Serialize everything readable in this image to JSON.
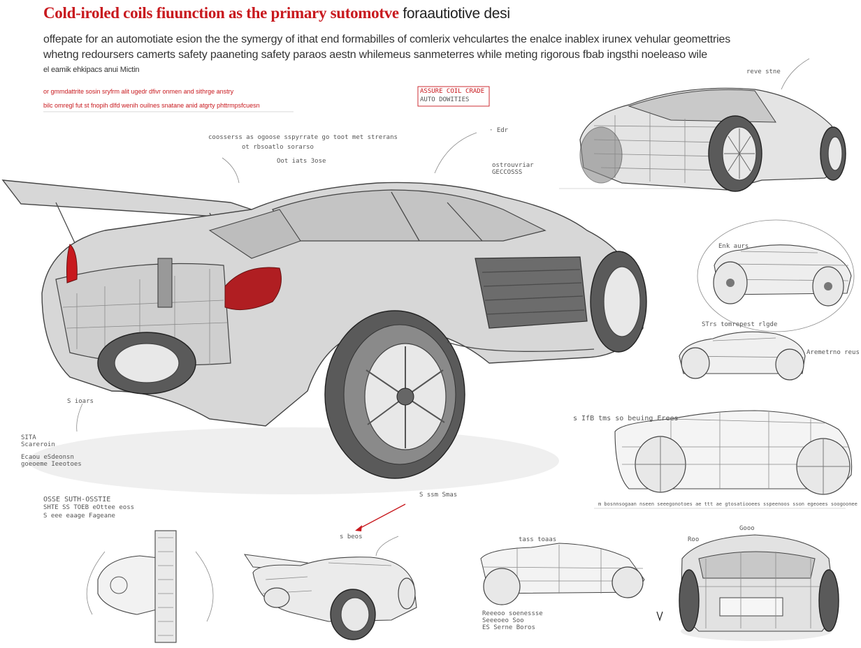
{
  "title": {
    "highlight": "Cold-iroled coils fiuunction as the primary sutomotve",
    "rest": " foraautiotive desi"
  },
  "intro_lines": [
    "offepate for an automotiate esion the the symergy of ithat end formabilles of comlerix vehculartes the enalce inablex irunex vehular geomettries",
    "whetng redoursers camerts safety paaneting safety paraos aestn whilemeus sanmeterres while meting rigorous fbab ingsthi noeleaso wile",
    "el eamik ehkipacs anui Mictin"
  ],
  "red_notes": [
    "or gmmdattrite sosin sryfrm alit ugedr dfivr onmen and sithrge anstry",
    "bilc omregl fut st fnopih dlfd wenih ouilnes snatane anid atgrty phttrmpsfcuesn"
  ],
  "callouts": {
    "boxed_top": "ASSURE COIL CRADE",
    "boxed_mid": "AUTO DOWITIES",
    "top_center": "coosserss as ogoose sspyrrate go toot met strerans",
    "top_center_2": "ot rbsoatlo sorarso",
    "top_small": "Oot iats 3ose",
    "right_of_box": "· Edr",
    "under_box_1": "ostrouvriar",
    "under_box_2": "GECCOSSS",
    "top_right": "reve stne",
    "mid_right_1": "Enk aurs",
    "mid_right_2": "STrs tomrepest rlgde",
    "mid_right_3": "Aremetrno reus",
    "mid_right_4": "s IfB tms so beuing Erees",
    "row_scale": "m bosnnsogaan nseen seeegonotoes ae ttt ae gtosatiooees sspeenoos sson egeoees soogoonee",
    "left_1": "SITA",
    "left_2": "Scareroin",
    "left_3": "Ecaou eSdeonsn",
    "left_4": "goeoeme Ieeotoes",
    "left_5": "OSSE SUTH-OSSTIE",
    "left_6": "SHTE SS TOEB eOttee eoss",
    "left_7": "S eee eaage Fageane",
    "left_8": "S ioars",
    "bottom_1": "S ssm   Smas",
    "bottom_2": "s beos",
    "bottom_3": "tass toaas",
    "bottom_4": "Roo",
    "bottom_5": "Gooo",
    "bottom_6": "Reeeoo soenessse",
    "bottom_7": "Seeeoeo Soo",
    "bottom_8": "ES Serne Boros"
  },
  "colors": {
    "accent_red": "#c8191e",
    "ink": "#2a2a2a",
    "body_grey": "#d7d7d7"
  }
}
